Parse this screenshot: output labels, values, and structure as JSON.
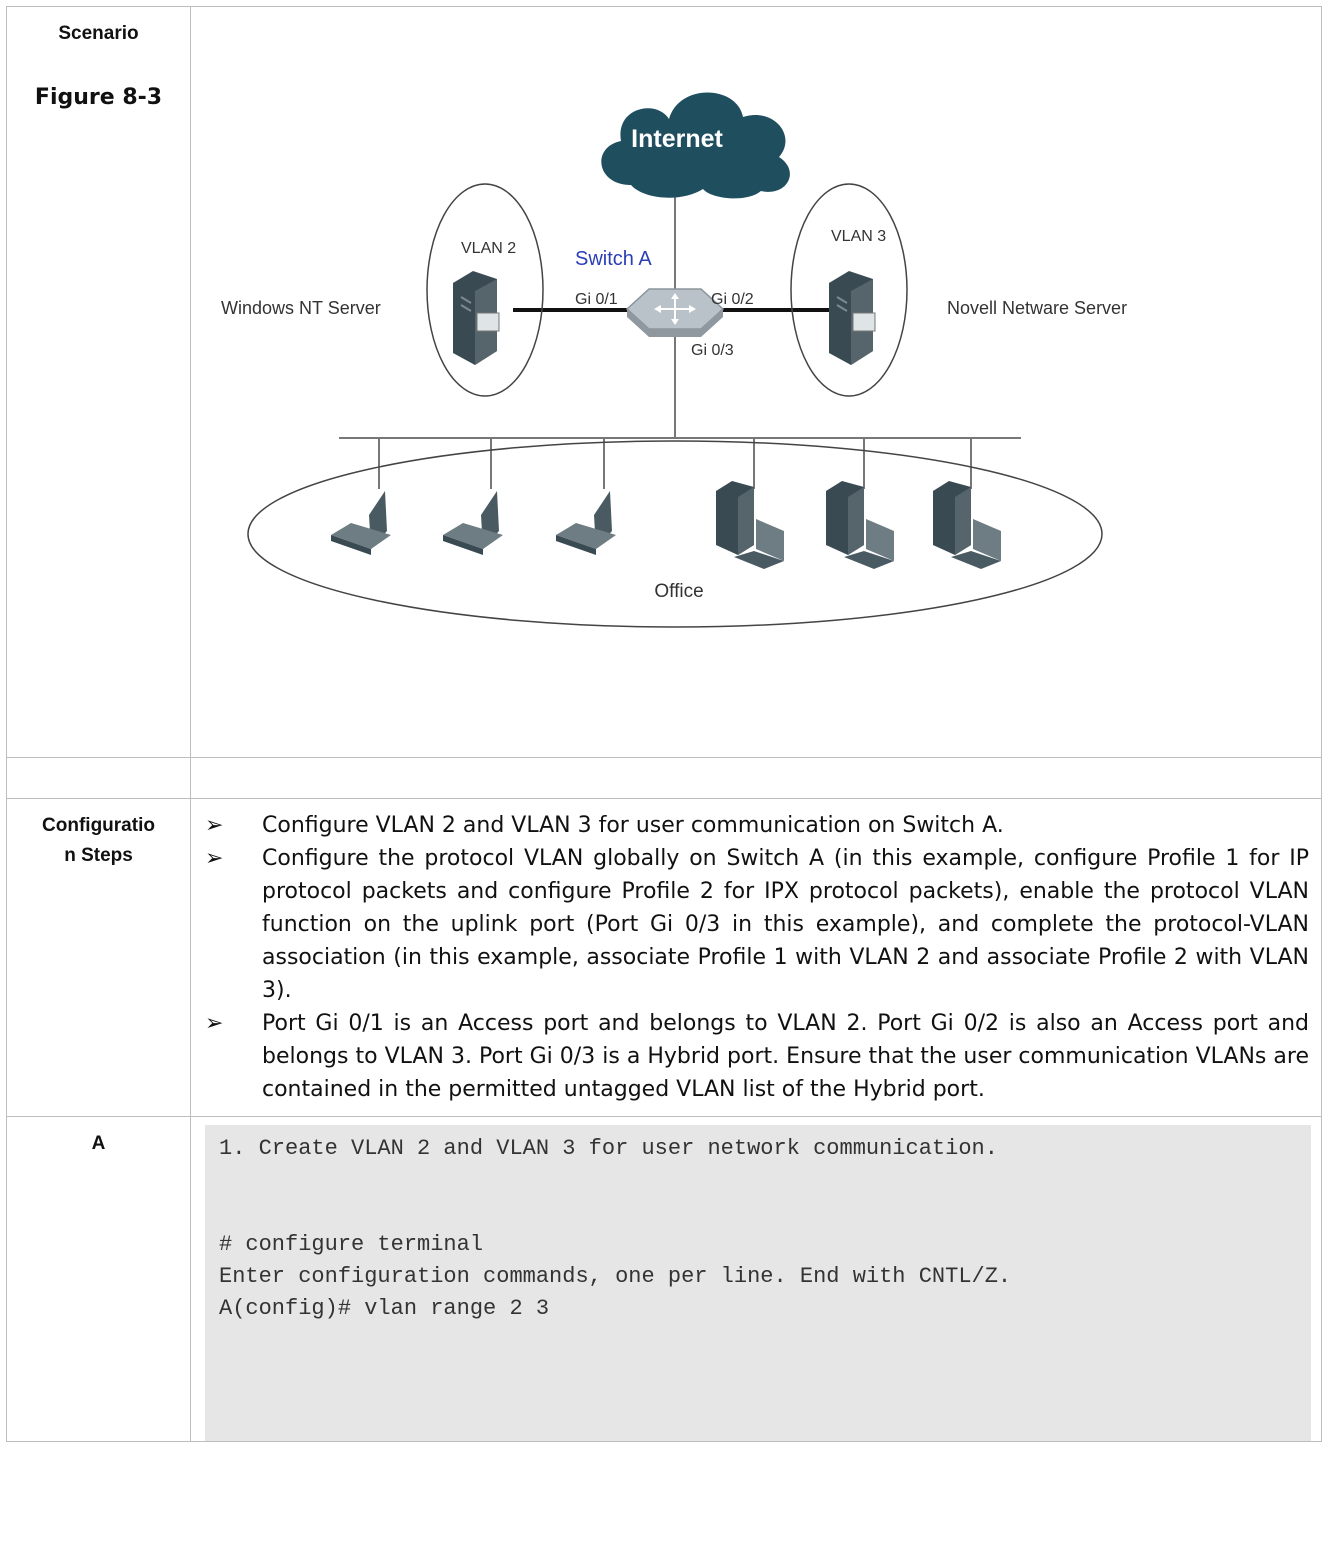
{
  "rows": {
    "scenario": {
      "label": "Scenario",
      "figure_label": "Figure 8-3"
    },
    "config_steps": {
      "label_line1": "Configuratio",
      "label_line2": "n Steps",
      "bullet_glyph": "➢",
      "steps": [
        "Configure VLAN 2 and VLAN 3 for user communication on Switch A.",
        "Configure the protocol VLAN globally on Switch A (in this example, configure Profile 1 for IP protocol packets and configure Profile 2 for IPX protocol packets), enable the protocol VLAN function on the uplink port (Port Gi 0/3 in this example), and complete the protocol-VLAN association (in this example, associate Profile 1 with VLAN 2 and associate Profile 2 with VLAN 3).",
        "Port Gi 0/1 is an Access port and belongs to VLAN 2. Port Gi 0/2 is also an Access port and belongs to VLAN 3. Port Gi 0/3 is a Hybrid port. Ensure that the user communication VLANs are contained in the permitted untagged VLAN list of the Hybrid port."
      ]
    },
    "device_a": {
      "label": "A",
      "code": {
        "step1": "1. Create VLAN 2 and VLAN 3 for user network communication.",
        "cmd1": "# configure terminal",
        "msg1": "Enter configuration commands, one per line. End with CNTL/Z.",
        "cmd2": "A(config)# vlan range 2 3"
      }
    }
  },
  "diagram": {
    "cloud_label": "Internet",
    "switch_label": "Switch A",
    "port_left": "Gi 0/1",
    "port_right": "Gi 0/2",
    "port_down": "Gi 0/3",
    "vlan_left": "VLAN 2",
    "vlan_right": "VLAN 3",
    "server_left": "Windows NT Server",
    "server_right": "Novell Netware Server",
    "office_label": "Office",
    "colors": {
      "cloud": "#1f4e5f",
      "switch": "#b9c2c8",
      "switch_label": "#2b3fb5",
      "pc": "#3a4a52"
    }
  }
}
